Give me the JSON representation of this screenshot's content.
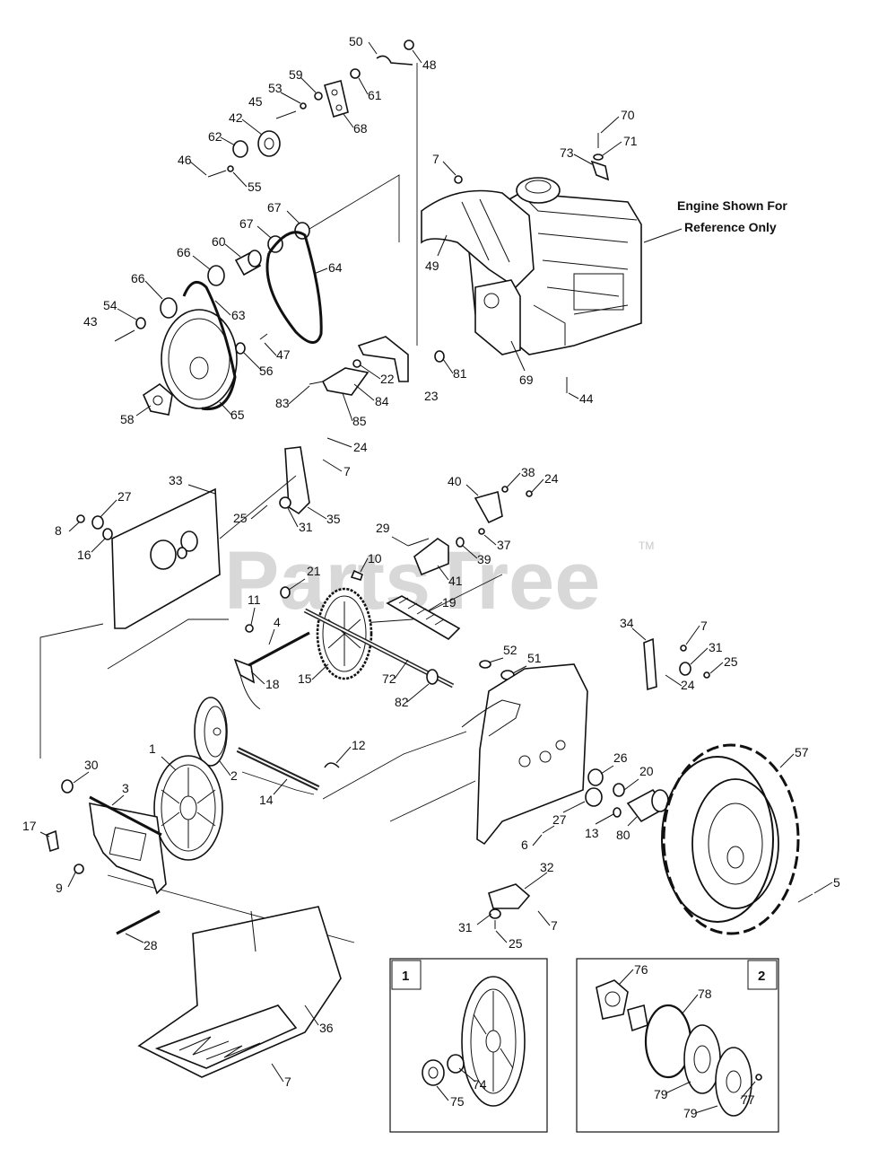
{
  "note": {
    "line1": "Engine Shown For",
    "line2": "Reference Only"
  },
  "watermark": {
    "text": "PartsTree",
    "trademark": "TM"
  },
  "insets": {
    "inset1": "1",
    "inset2": "2"
  },
  "callouts": [
    "1",
    "2",
    "3",
    "4",
    "5",
    "6",
    "7",
    "8",
    "9",
    "10",
    "11",
    "12",
    "13",
    "14",
    "15",
    "16",
    "17",
    "18",
    "19",
    "20",
    "21",
    "22",
    "23",
    "24",
    "25",
    "26",
    "27",
    "28",
    "29",
    "30",
    "31",
    "32",
    "33",
    "34",
    "35",
    "36",
    "37",
    "38",
    "39",
    "40",
    "41",
    "42",
    "43",
    "44",
    "45",
    "46",
    "47",
    "48",
    "49",
    "50",
    "51",
    "52",
    "53",
    "54",
    "55",
    "56",
    "57",
    "58",
    "59",
    "60",
    "61",
    "62",
    "63",
    "64",
    "65",
    "66",
    "67",
    "68",
    "69",
    "70",
    "71",
    "72",
    "73",
    "74",
    "75",
    "76",
    "77",
    "78",
    "79",
    "80",
    "81",
    "82",
    "83",
    "84",
    "85"
  ]
}
